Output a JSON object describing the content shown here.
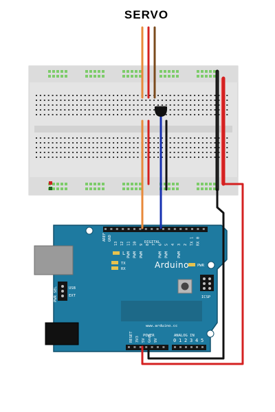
{
  "diagram": {
    "title": "SERVO",
    "board": {
      "logo": "Arduino",
      "url": "www.arduino.cc",
      "digital_label": "DIGITAL",
      "power_label": "POWER",
      "analog_label": "ANALOG IN",
      "icsp_label": "ICSP",
      "aref_label": "AREF",
      "gnd_label": "GND",
      "digital_pins": [
        "13",
        "12",
        "11",
        "10",
        "9",
        "8",
        "7",
        "6",
        "5",
        "4",
        "3",
        "2",
        "TX 1",
        "RX 0"
      ],
      "pwm_label": "PWM",
      "led_l": "L",
      "led_tx": "TX",
      "led_rx": "RX",
      "pwr_led": "PWR",
      "pwr_sel": "PWR SEL",
      "usb_label": "USB",
      "ext_label": "EXT",
      "power_pins": [
        "RESET",
        "3V3",
        "5V",
        "Gnd",
        "9V"
      ],
      "analog_pins": [
        "0",
        "1",
        "2",
        "3",
        "4",
        "5"
      ]
    },
    "colors": {
      "wire_orange": "#e8893a",
      "wire_red": "#d42020",
      "wire_brown": "#7a4a1c",
      "wire_blue": "#1530b0",
      "wire_black": "#111111",
      "board_blue": "#1e7aa0",
      "breadboard": "#e4e4e4",
      "rail_green": "#7dcc6a"
    }
  }
}
